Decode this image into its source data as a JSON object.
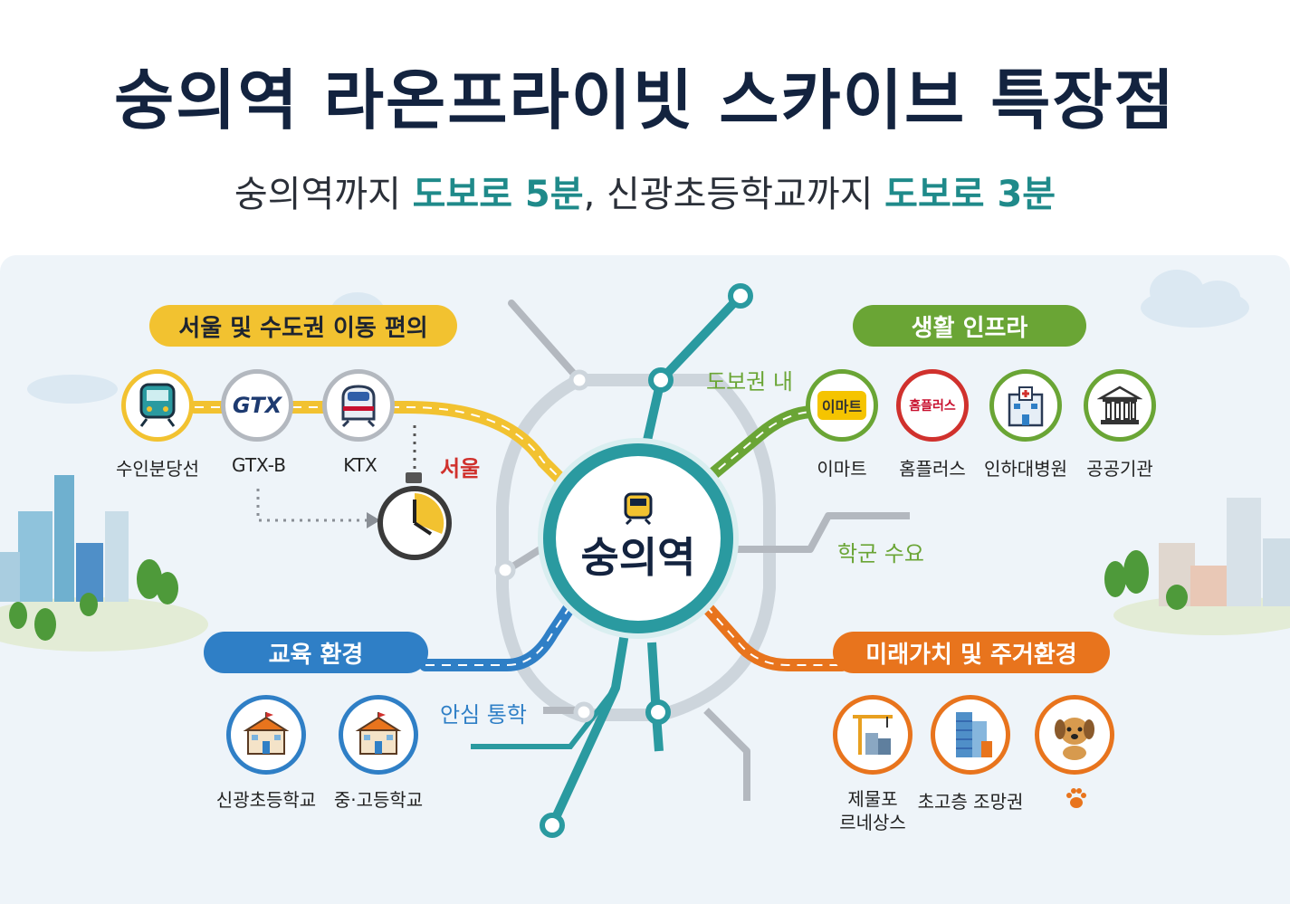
{
  "header": {
    "title": "숭의역 라온프라이빗 스카이브 특장점",
    "subtitle_a": "숭의역까지",
    "subtitle_b": "도보로 5분",
    "subtitle_c": ", 신광초등학교까지",
    "subtitle_d": "도보로 3분"
  },
  "colors": {
    "transport": "#f2c230",
    "life": "#6aa535",
    "education": "#2f7fc6",
    "future": "#e8741d",
    "hub": "#2a9aa0",
    "accent_teal": "#1f8a8a"
  },
  "center": {
    "label": "숭의역",
    "icon": "train-icon"
  },
  "transport": {
    "title": "서울 및 수도권 이동 편의",
    "items": [
      {
        "label": "수인분당선",
        "icon": "train-icon"
      },
      {
        "label": "GTX-B",
        "icon": "gtx-logo-icon",
        "logo_text": "GTX"
      },
      {
        "label": "KTX",
        "icon": "ktx-train-icon"
      }
    ],
    "destination": "서울",
    "timer_icon": "stopwatch-icon"
  },
  "life": {
    "title": "생활 인프라",
    "walk_label": "도보권 내",
    "items": [
      {
        "label": "이마트",
        "icon": "emart-icon",
        "logo_text": "이마트"
      },
      {
        "label": "홈플러스",
        "icon": "homeplus-icon",
        "logo_text": "홈플러스"
      },
      {
        "label": "인하대병원",
        "icon": "hospital-icon"
      },
      {
        "label": "공공기관",
        "icon": "public-building-icon"
      }
    ]
  },
  "school_demand": "학군 수요",
  "education": {
    "title": "교육 환경",
    "safe_label": "안심 통학",
    "items": [
      {
        "label": "신광초등학교",
        "icon": "school-icon"
      },
      {
        "label": "중·고등학교",
        "icon": "school-icon"
      }
    ]
  },
  "future": {
    "title": "미래가치 및 주거환경",
    "items": [
      {
        "label": "제물포\n르네상스",
        "icon": "construction-crane-icon"
      },
      {
        "label": "초고층 조망권",
        "icon": "skyscraper-icon"
      },
      {
        "label": "",
        "icon": "dog-icon"
      }
    ],
    "paw_icon": "paw-icon"
  }
}
